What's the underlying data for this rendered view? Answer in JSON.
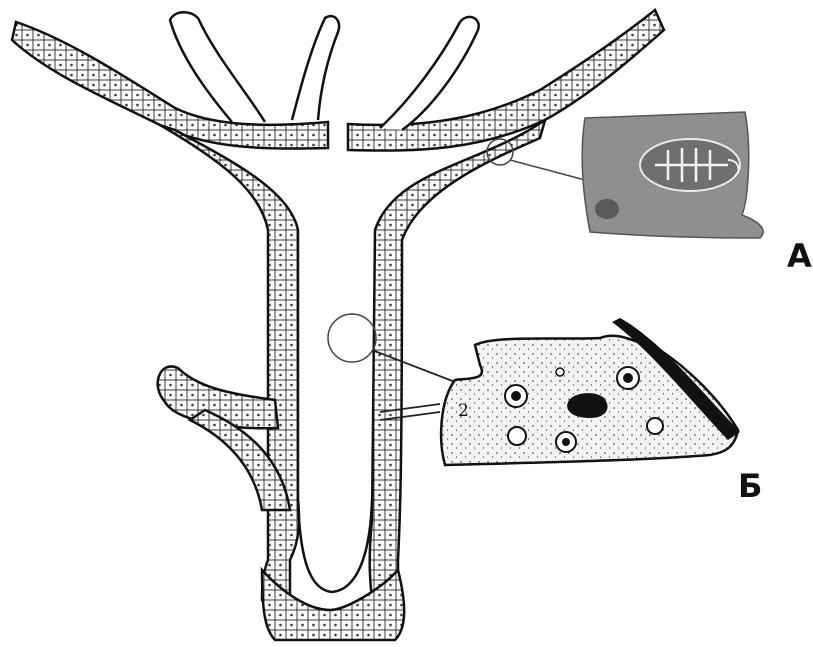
{
  "labels": {
    "a": "А",
    "b": "Б",
    "cell_mark": "2"
  },
  "colors": {
    "ink": "#111111",
    "inset_a_fill": "#8f8f8f",
    "inset_b_fill": "#f3f3f3"
  }
}
